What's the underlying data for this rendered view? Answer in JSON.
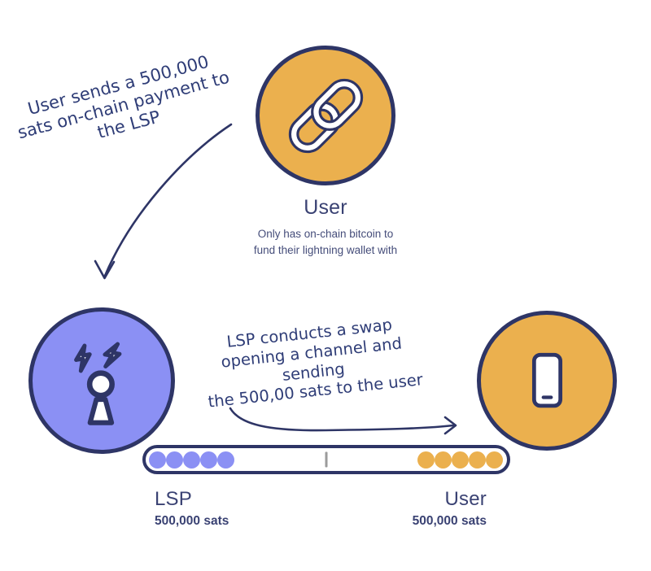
{
  "colors": {
    "navy": "#2E3566",
    "ink": "#3A4273",
    "subink": "#454D7A",
    "annotation": "#2F3D77",
    "orange": "#EBB04E",
    "purple": "#8B90F4",
    "tick": "#9B9B9B",
    "background": "#FFFFFF"
  },
  "top_user": {
    "title": "User",
    "subtitle_line1": "Only has on-chain bitcoin to",
    "subtitle_line2": "fund their lightning wallet with",
    "icon": "chain-link-icon"
  },
  "annotation_onchain": {
    "line1": "User sends a 500,000",
    "line2": "sats on-chain payment to",
    "line3": "the LSP"
  },
  "annotation_swap": {
    "line1": "LSP conducts a swap",
    "line2": "opening a channel and sending",
    "line3": "the 500,00 sats to the user"
  },
  "lsp_node": {
    "label": "LSP",
    "balance": "500,000 sats",
    "icon": "lightning-tower-icon"
  },
  "user_node": {
    "label": "User",
    "balance": "500,000 sats",
    "icon": "phone-icon"
  },
  "channel": {
    "lsp_dots": 5,
    "user_dots": 5
  }
}
